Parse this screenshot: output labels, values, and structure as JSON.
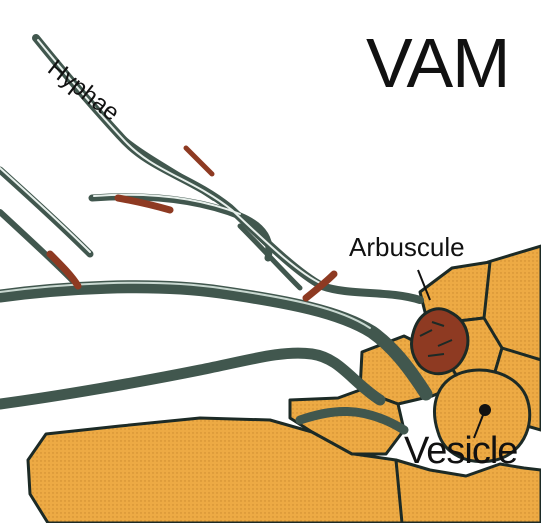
{
  "title": "VAM",
  "labels": {
    "hyphae": "Hyphae",
    "arbuscule": "Arbuscule",
    "vesicle": "Vesicle"
  },
  "colors": {
    "root_cells": "#EDAA44",
    "cell_walls": "#1C2A26",
    "hyphae": "#41574E",
    "hyphae_highlight": "#E8F0EC",
    "arbuscule": "#8E3A22",
    "background": "#FFFFFF"
  }
}
